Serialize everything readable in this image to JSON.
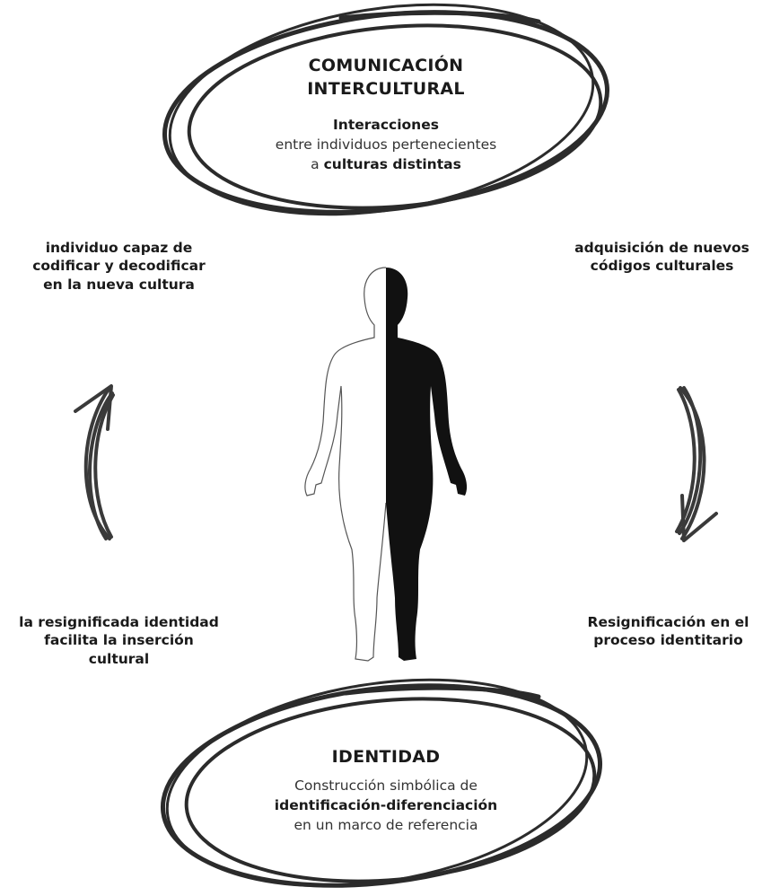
{
  "top_ellipse": {
    "title_line1": "COMUNICACIÓN",
    "title_line2": "INTERCULTURAL",
    "desc_bold1": "Interacciones",
    "desc_line2": "entre individuos pertenecientes",
    "desc_prefix3": "a ",
    "desc_bold3": "culturas distintas"
  },
  "bottom_ellipse": {
    "title": "IDENTIDAD",
    "desc_line1": "Construcción simbólica de",
    "desc_bold2": "identificación-diferenciación",
    "desc_line3": "en un marco de referencia"
  },
  "labels": {
    "top_left": [
      "individuo capaz de",
      "codificar y decodificar",
      "en la nueva cultura"
    ],
    "top_right": [
      "adquisición de nuevos",
      "códigos culturales"
    ],
    "bottom_left": [
      "la resignificada identidad",
      "facilita la inserción",
      "cultural"
    ],
    "bottom_right": [
      "Resignificación en el",
      "proceso identitario"
    ]
  },
  "colors": {
    "ink": "#1a1a1a",
    "arrow": "#3a3a3a"
  }
}
